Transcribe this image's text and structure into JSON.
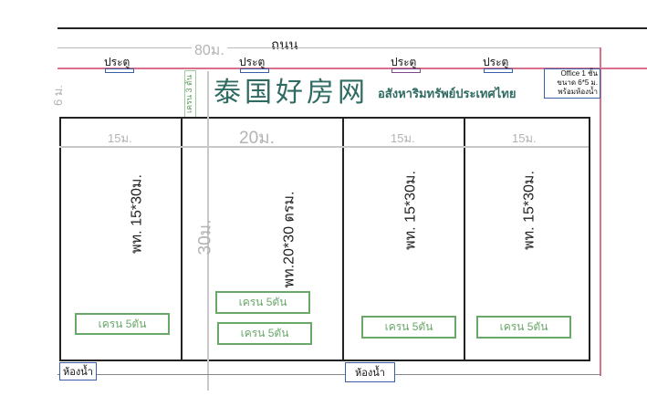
{
  "road_label": "ถนน",
  "total_width": "80ม.",
  "doors": [
    "ประตู",
    "ประตู",
    "ประตู",
    "ประตู"
  ],
  "office": {
    "line1": "Office 1 ชั้น",
    "line2": "ขนาด 6*5 ม.",
    "line3": "พร้อมห้องน้ำ"
  },
  "setback": "6 ม.",
  "crane_small": "เครน 3 ตัน",
  "depth": "30ม.",
  "units": [
    {
      "width": "15ม.",
      "area": "พท. 15*30ม.",
      "cranes": [
        "เครน 5ตัน"
      ]
    },
    {
      "width": "20ม.",
      "area": "พท.20*30 ตรม.",
      "cranes": [
        "เครน 5ตัน",
        "เครน 5ตัน"
      ]
    },
    {
      "width": "15ม.",
      "area": "พท. 15*30ม.",
      "cranes": [
        "เครน 5ตัน"
      ]
    },
    {
      "width": "15ม.",
      "area": "พท. 15*30ม.",
      "cranes": [
        "เครน 5ตัน"
      ]
    }
  ],
  "bathrooms": [
    "ห้องน้ำ",
    "ห้องน้ำ"
  ],
  "watermark": {
    "title": "泰国好房网",
    "subtitle": "อสังหาริมทรัพย์ประเทศไทย"
  }
}
